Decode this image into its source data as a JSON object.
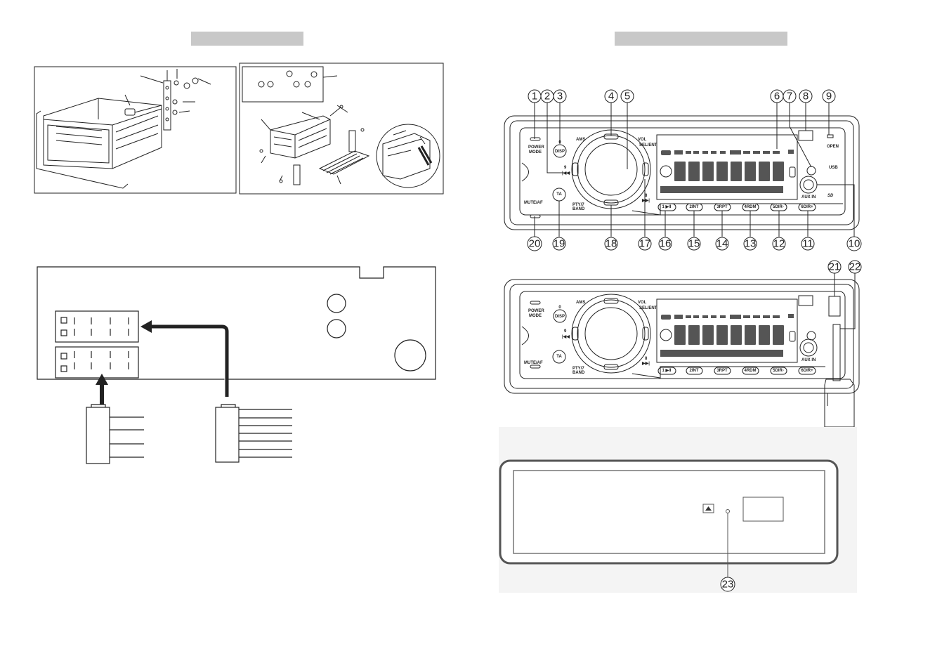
{
  "left_title_bar": "",
  "right_title_bar": "",
  "callouts": [
    "1",
    "2",
    "3",
    "4",
    "5",
    "6",
    "7",
    "8",
    "9",
    "10",
    "11",
    "12",
    "13",
    "14",
    "15",
    "16",
    "17",
    "18",
    "19",
    "20",
    "21",
    "22",
    "23"
  ],
  "panel": {
    "power": "POWER",
    "mode": "MODE",
    "mute": "MUTE/AF",
    "disp": "DISP",
    "disp_num": "0",
    "ta": "TA",
    "ams": "AMS",
    "vol": "VOL",
    "sel_ent": "SEL/ENT",
    "pty": "PTY/7",
    "band": "BAND",
    "prev_num": "9",
    "prev_sym": "|◀◀",
    "next_num": "8",
    "next_sym": "▶▶|",
    "open": "OPEN",
    "usb": "USB",
    "sd": "SD",
    "aux": "AUX IN",
    "buttons": [
      "1 ▶II",
      "2INT",
      "3RPT",
      "4RDM",
      "5DIR-",
      "6DIR+"
    ]
  },
  "colors": {
    "title_bar": "#c8c8c8",
    "line": "#222222"
  }
}
